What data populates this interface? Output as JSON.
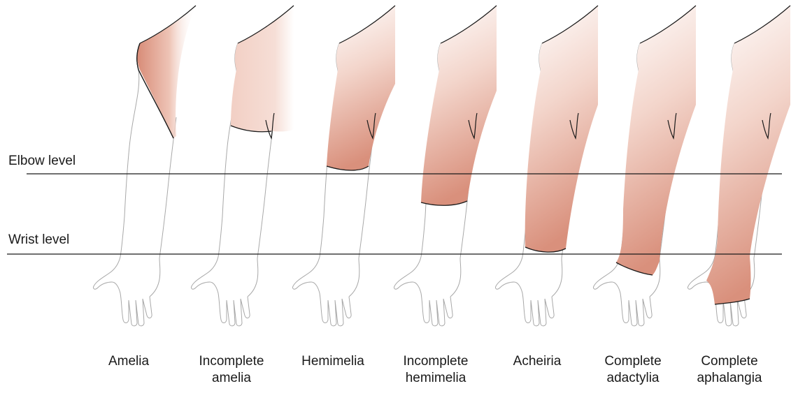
{
  "levels": {
    "elbow": "Elbow level",
    "wrist": "Wrist level"
  },
  "colors": {
    "affected": "#d88c78",
    "outline_dark": "#1a1a1a",
    "outline_light": "#a8a8a8"
  },
  "arms": [
    {
      "line1": "Amelia",
      "line2": "",
      "deficiency": "entire limb absent"
    },
    {
      "line1": "Incomplete",
      "line2": "amelia",
      "deficiency": "arm above elbow"
    },
    {
      "line1": "Hemimelia",
      "line2": "",
      "deficiency": "to elbow"
    },
    {
      "line1": "Incomplete",
      "line2": "hemimelia",
      "deficiency": "mid forearm"
    },
    {
      "line1": "Acheiria",
      "line2": "",
      "deficiency": "to wrist"
    },
    {
      "line1": "Complete",
      "line2": "adactylia",
      "deficiency": "through carpus"
    },
    {
      "line1": "Complete",
      "line2": "aphalangia",
      "deficiency": "through metacarpals"
    }
  ]
}
